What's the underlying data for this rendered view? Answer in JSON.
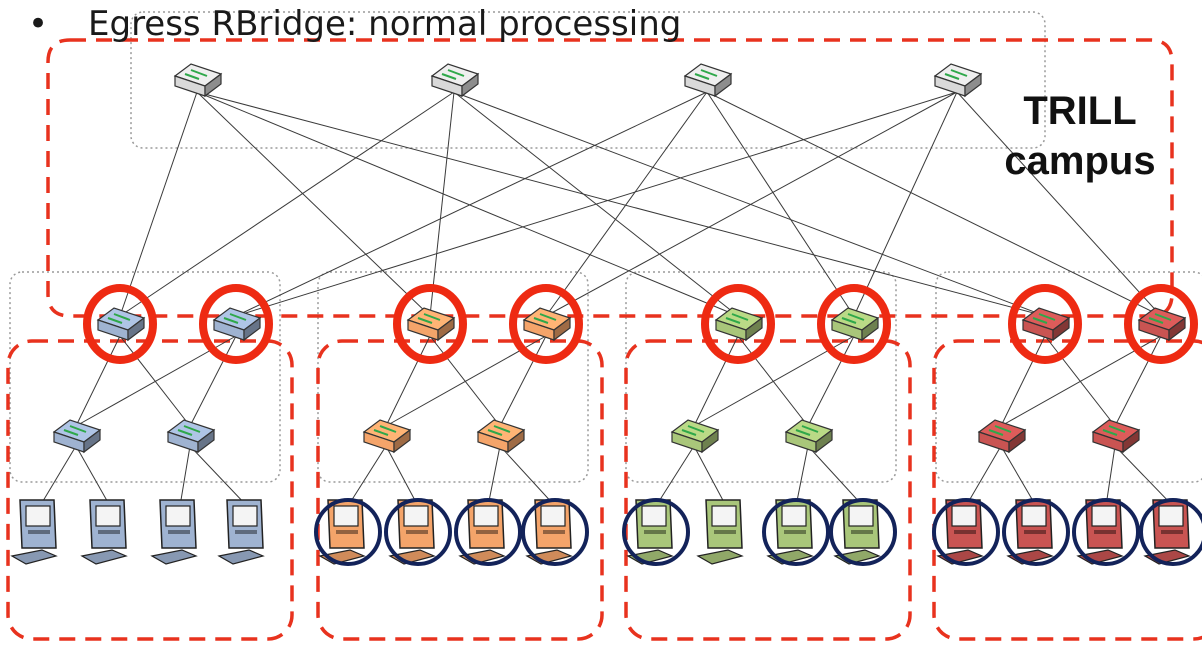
{
  "bullet": {
    "glyph": "•",
    "text": "Egress RBridge: normal processing"
  },
  "campus_label": {
    "line1": "TRILL",
    "line2": "campus"
  },
  "colors": {
    "dash_red": "#e8321e",
    "ring_red": "#ee2a12",
    "ring_navy": "#13235a",
    "core_gray": "#d9d9d9",
    "blue": "#9fb3d1",
    "orange": "#f4a46a",
    "green": "#a9c67a",
    "red": "#c95452"
  },
  "icons": {
    "switch": "network-switch-icon",
    "workstation": "workstation-icon"
  },
  "groups": [
    {
      "name": "blue",
      "color_key": "blue",
      "rbridge_rings": [
        true,
        true
      ],
      "host_rings": [
        false,
        false,
        false,
        false
      ]
    },
    {
      "name": "orange",
      "color_key": "orange",
      "rbridge_rings": [
        true,
        true
      ],
      "host_rings": [
        true,
        true,
        true,
        true
      ]
    },
    {
      "name": "green",
      "color_key": "green",
      "rbridge_rings": [
        true,
        true
      ],
      "host_rings": [
        true,
        false,
        true,
        true
      ]
    },
    {
      "name": "red",
      "color_key": "red",
      "rbridge_rings": [
        true,
        true
      ],
      "host_rings": [
        true,
        true,
        true,
        true
      ]
    }
  ]
}
